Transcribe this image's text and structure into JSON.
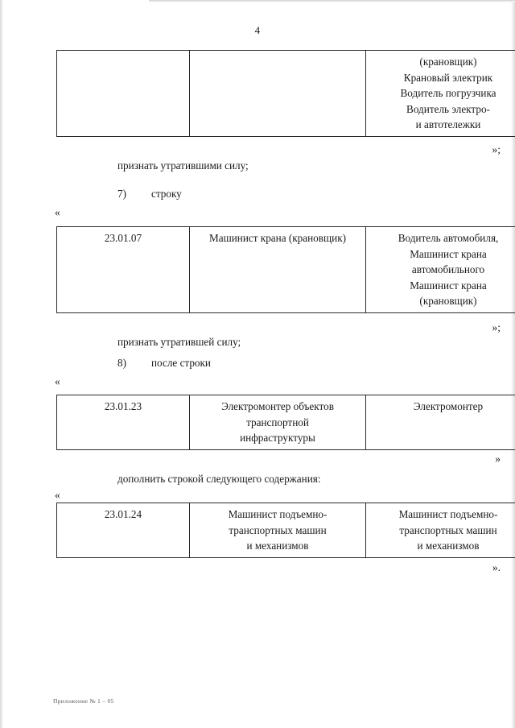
{
  "page": {
    "number": "4",
    "footer_note": "Приложение № 1 – 05"
  },
  "tables": [
    {
      "id": "table-continuation",
      "rows": [
        {
          "code": "",
          "middle": "",
          "right_lines": [
            "(крановщик)",
            "Крановый электрик",
            "Водитель погрузчика",
            "Водитель электро-",
            "и автотележки"
          ]
        }
      ]
    },
    {
      "id": "table-23-01-07",
      "rows": [
        {
          "code": "23.01.07",
          "middle": "Машинист крана (крановщик)",
          "right_lines": [
            "Водитель автомобиля,",
            "Машинист крана",
            "автомобильного",
            "Машинист крана",
            "(крановщик)"
          ]
        }
      ]
    },
    {
      "id": "table-23-01-23",
      "rows": [
        {
          "code": "23.01.23",
          "middle_lines": [
            "Электромонтер объектов",
            "транспортной",
            "инфраструктуры"
          ],
          "right_lines": [
            "Электромонтер"
          ]
        }
      ]
    },
    {
      "id": "table-23-01-24",
      "rows": [
        {
          "code": "23.01.24",
          "middle_lines": [
            "Машинист подъемно-",
            "транспортных машин",
            "и механизмов"
          ],
          "right_lines": [
            "Машинист подъемно-",
            "транспортных машин",
            "и механизмов"
          ]
        }
      ]
    }
  ],
  "paragraphs": {
    "recognize_invalid_plural": "признать утратившими силу;",
    "item_7_number": "7)",
    "item_7_text": "строку",
    "recognize_invalid_singular": "признать утратившей силу;",
    "item_8_number": "8)",
    "item_8_text": "после строки",
    "add_line_text": "дополнить строкой следующего содержания:"
  },
  "quotes": {
    "open_1": "«",
    "close_1": "»;",
    "open_2": "«",
    "close_2": "»;",
    "open_3": "«",
    "close_3": "»",
    "open_4": "«",
    "close_4": "»."
  }
}
